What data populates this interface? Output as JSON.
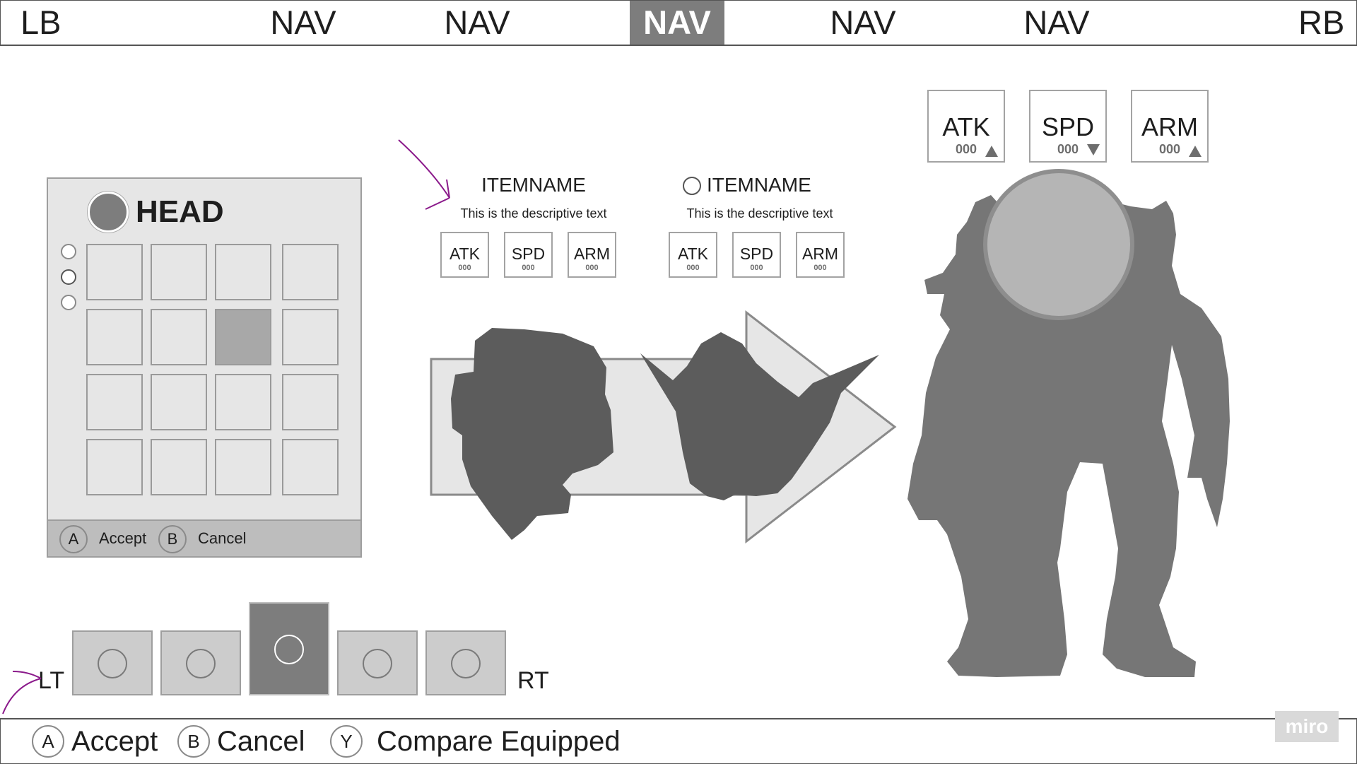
{
  "top_nav": {
    "left_bumper": "LB",
    "right_bumper": "RB",
    "tabs": [
      {
        "label": "NAV",
        "active": false
      },
      {
        "label": "NAV",
        "active": false
      },
      {
        "label": "NAV",
        "active": true
      },
      {
        "label": "NAV",
        "active": false
      },
      {
        "label": "NAV",
        "active": false
      }
    ]
  },
  "panel": {
    "title": "HEAD",
    "footer": {
      "accept_btn": "A",
      "accept_label": "Accept",
      "cancel_btn": "B",
      "cancel_label": "Cancel"
    },
    "selected_cell": "row 2, column 3"
  },
  "compare": {
    "current": {
      "name": "ITEMNAME",
      "description": "This is the descriptive text",
      "stats": [
        {
          "label": "ATK",
          "value": "000"
        },
        {
          "label": "SPD",
          "value": "000"
        },
        {
          "label": "ARM",
          "value": "000"
        }
      ]
    },
    "candidate": {
      "name": "ITEMNAME",
      "description": "This is the descriptive text",
      "stats": [
        {
          "label": "ATK",
          "value": "000"
        },
        {
          "label": "SPD",
          "value": "000"
        },
        {
          "label": "ARM",
          "value": "000"
        }
      ]
    }
  },
  "mech_stats": [
    {
      "label": "ATK",
      "value": "000",
      "trend": "up"
    },
    {
      "label": "SPD",
      "value": "000",
      "trend": "down"
    },
    {
      "label": "ARM",
      "value": "000",
      "trend": "up"
    }
  ],
  "slot_bar": {
    "left_trigger": "LT",
    "right_trigger": "RT",
    "selected_index": 2
  },
  "bottom_bar": {
    "accept_btn": "A",
    "accept_label": "Accept",
    "cancel_btn": "B",
    "cancel_label": "Cancel",
    "compare_btn": "Y",
    "compare_label": "Compare Equipped"
  },
  "watermark": "miro",
  "colors": {
    "active_tab": "#7d7d7d",
    "silhouette": "#5f5f5f",
    "mech": "#7a7a7a",
    "annotation": "#8b1a8b"
  }
}
